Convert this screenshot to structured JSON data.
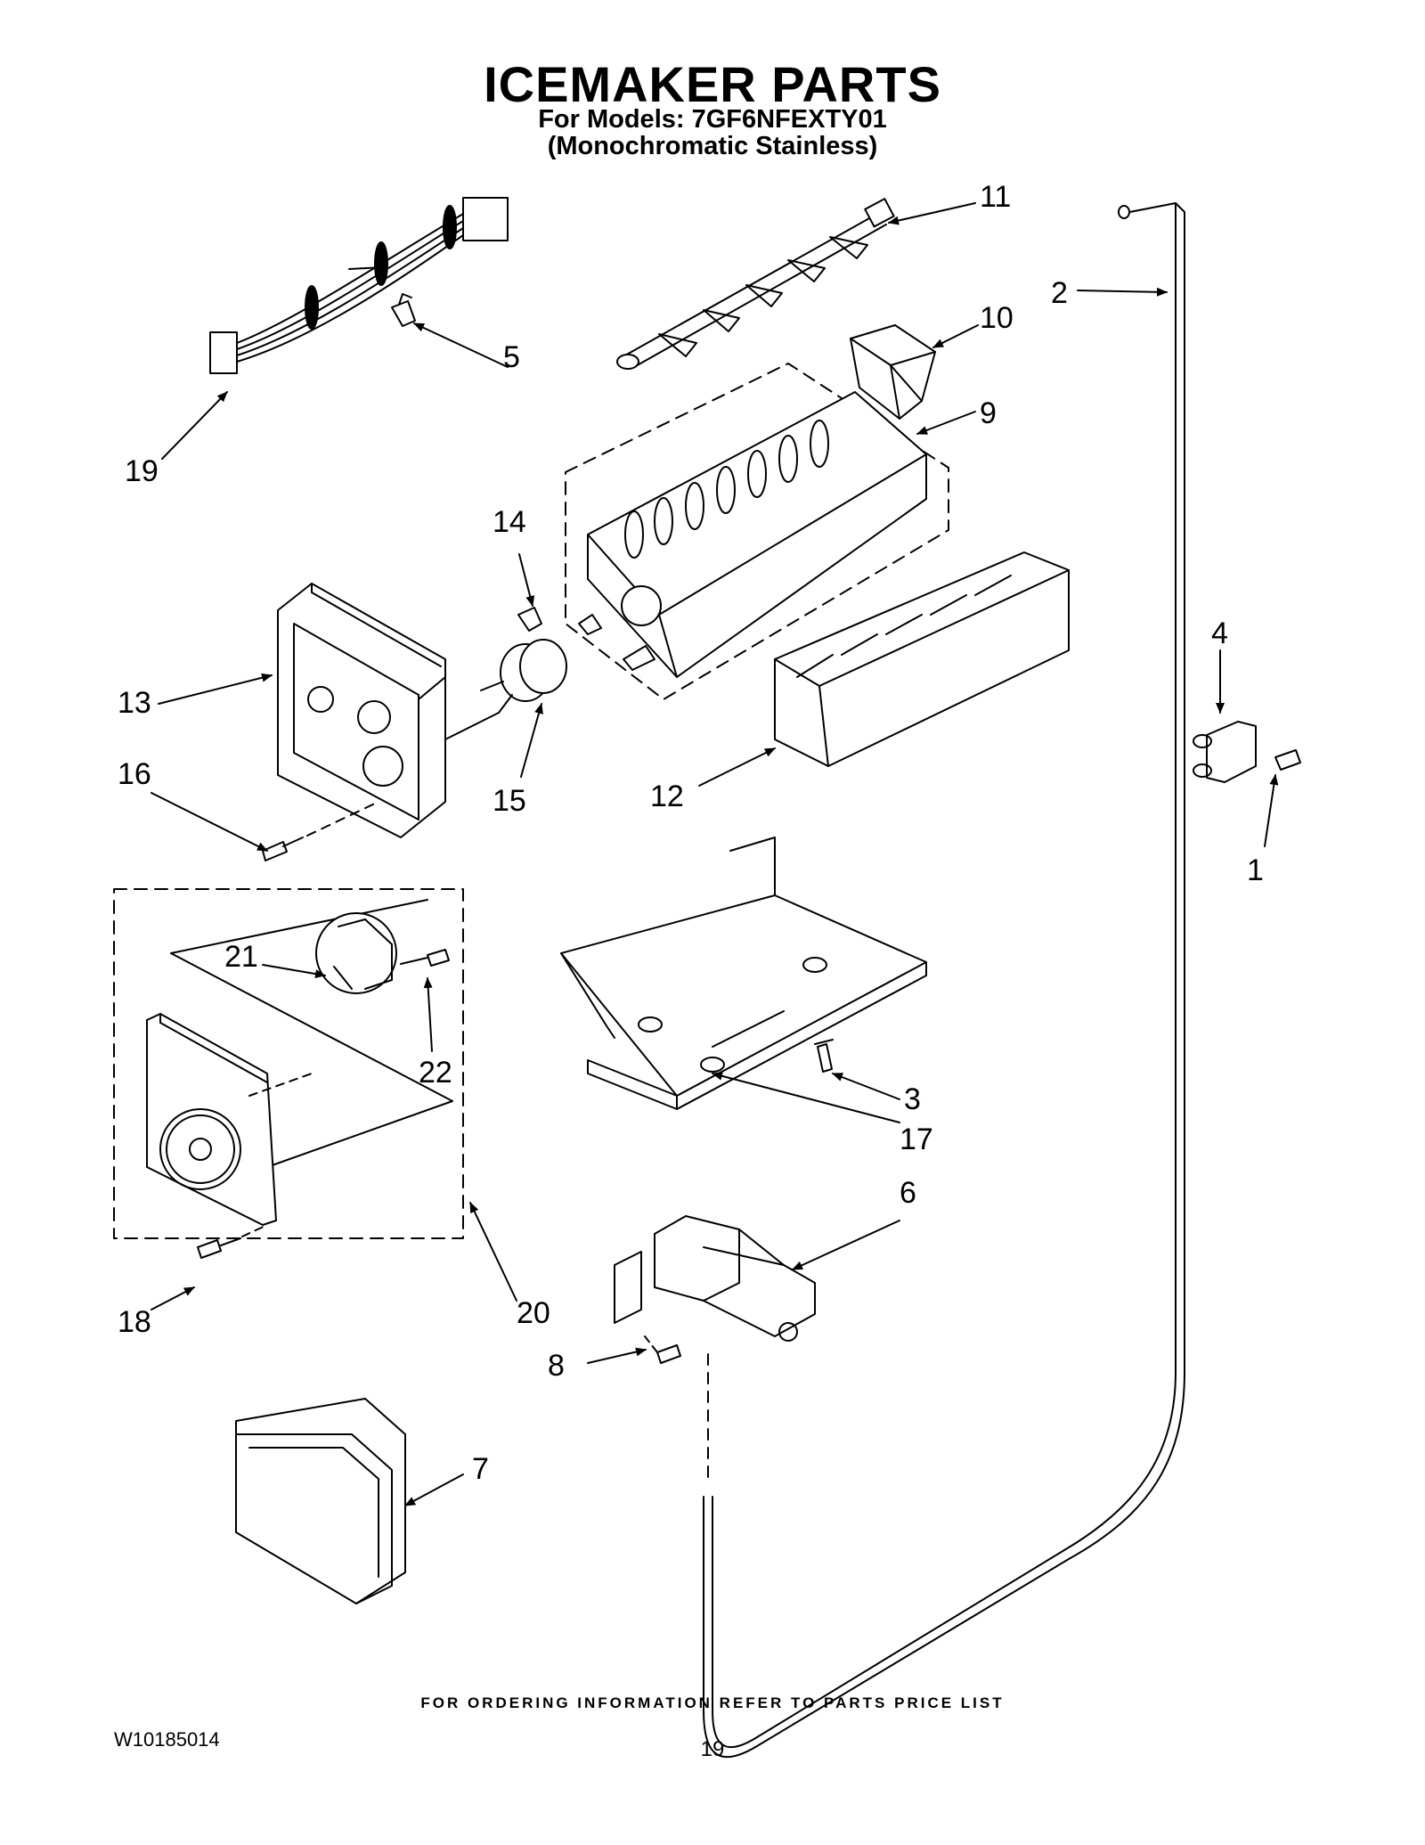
{
  "header": {
    "title": "ICEMAKER PARTS",
    "models_line": "For Models: 7GF6NFEXTY01",
    "variant_line": "(Monochromatic Stainless)"
  },
  "callouts": [
    "1",
    "2",
    "3",
    "4",
    "5",
    "6",
    "7",
    "8",
    "9",
    "10",
    "11",
    "12",
    "13",
    "14",
    "15",
    "16",
    "17",
    "18",
    "19",
    "20",
    "21",
    "22"
  ],
  "footer": {
    "ordering_note": "FOR ORDERING INFORMATION REFER TO PARTS PRICE LIST",
    "document_number": "W10185014",
    "page_number": "19"
  }
}
